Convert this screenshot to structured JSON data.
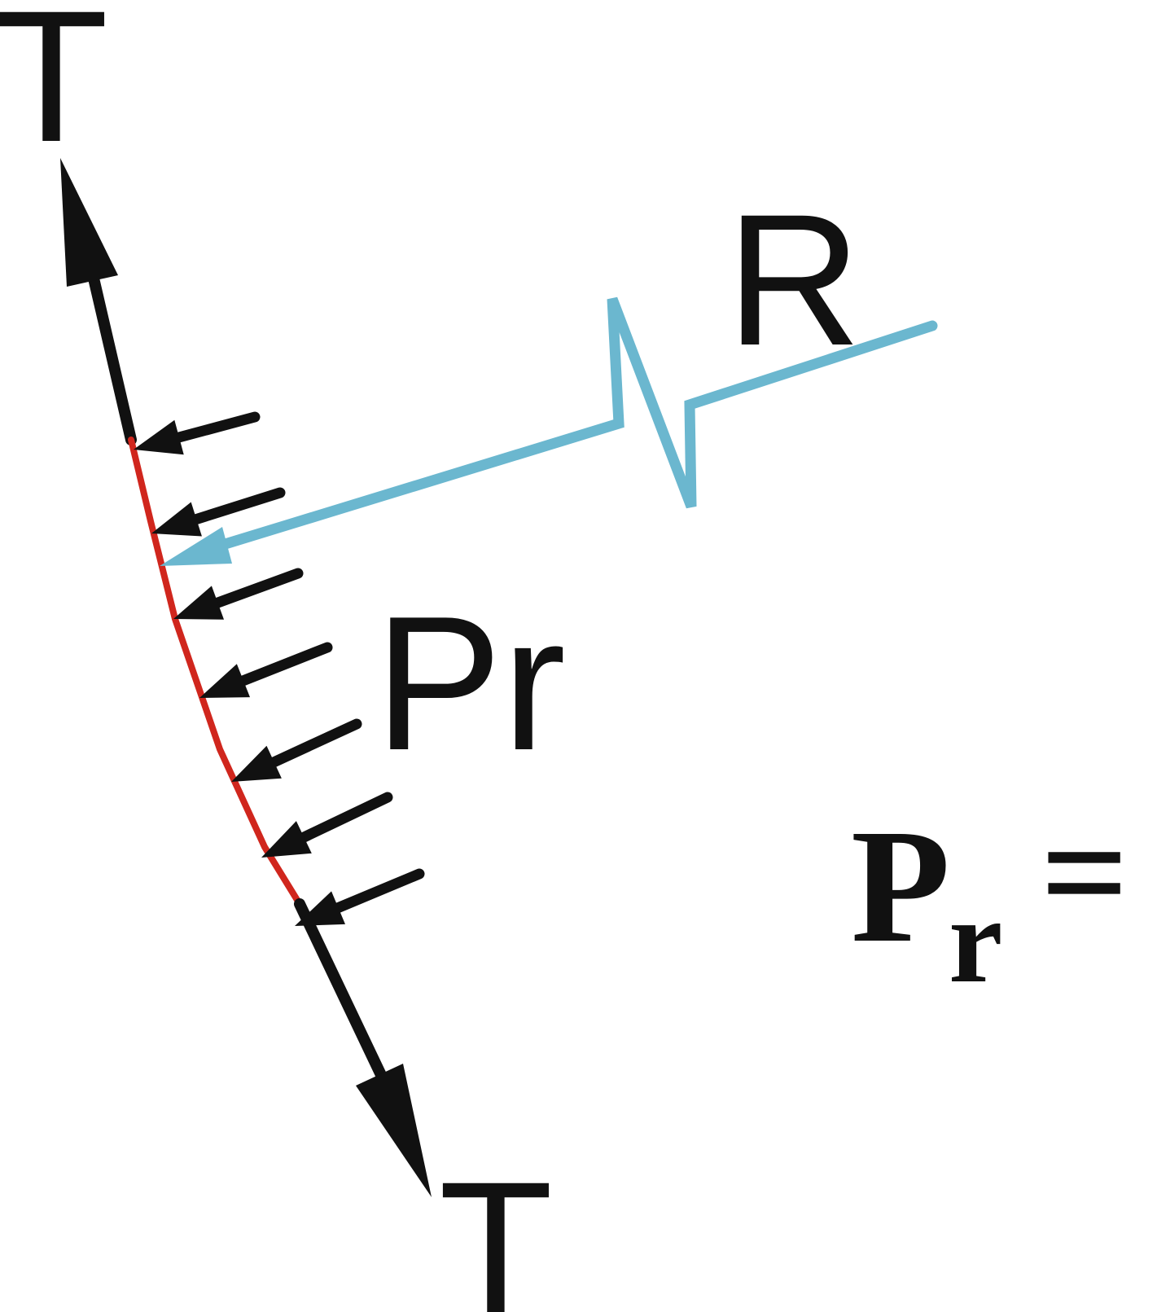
{
  "labels": {
    "tension_top": "T",
    "tension_bottom": "T",
    "radius": "R",
    "pressure": "Pr",
    "equation_symbol": "P",
    "equation_subscript": "r",
    "equation_operator": "="
  },
  "colors": {
    "membrane": "#111111",
    "loaded_segment": "#d0261d",
    "radius_line": "#6bb7cf",
    "text": "#111111"
  },
  "pressure_arrow_count": 7
}
